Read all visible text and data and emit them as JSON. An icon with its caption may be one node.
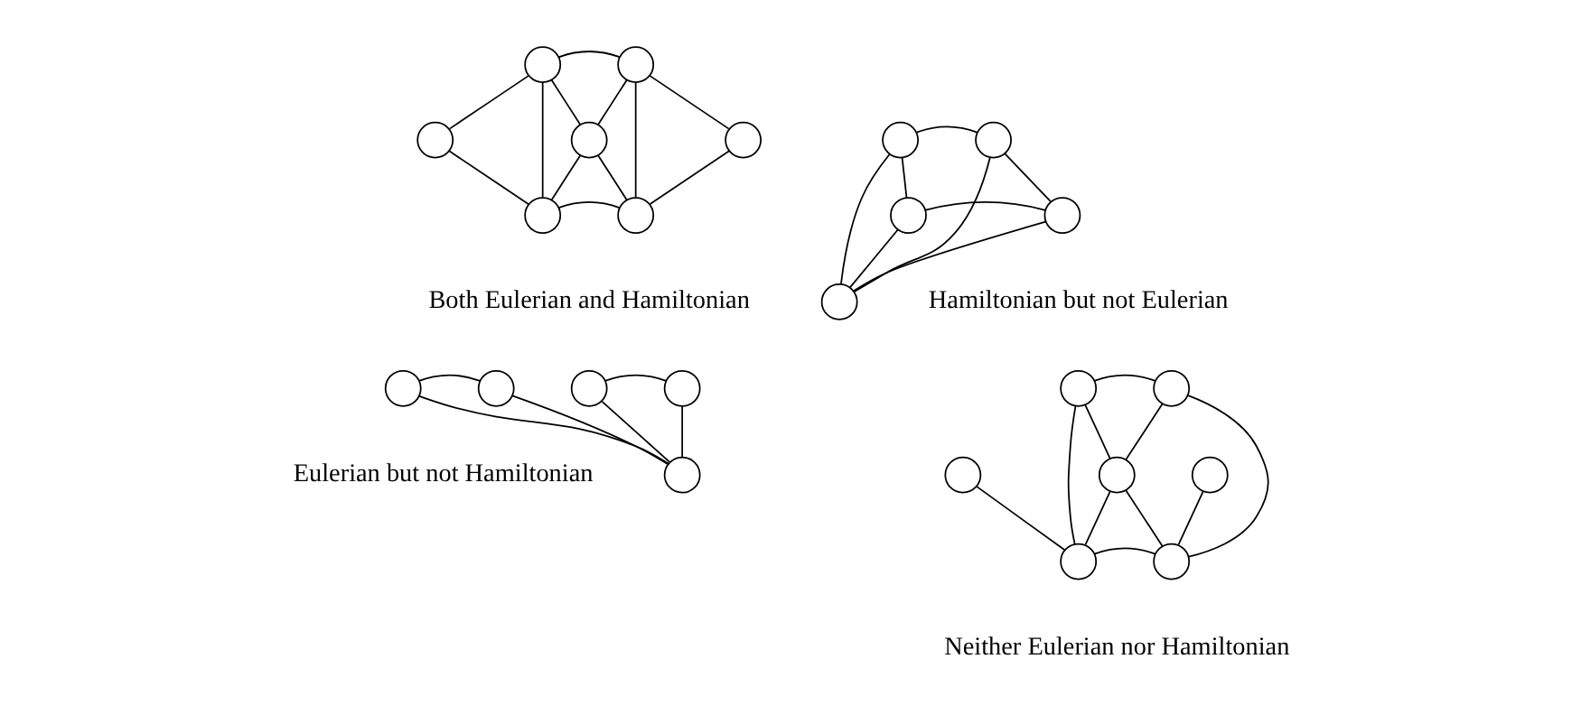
{
  "diagram": {
    "nodes": [
      {
        "text": [],
        "shape": "circle"
      },
      {
        "text": [],
        "shape": "circle"
      },
      {
        "text": [],
        "shape": "circle"
      },
      {
        "text": [],
        "shape": "circle"
      },
      {
        "text": [],
        "shape": "circle"
      },
      {
        "text": [],
        "shape": "circle"
      },
      {
        "text": [],
        "shape": "circle"
      },
      {
        "text": [],
        "shape": "circle"
      },
      {
        "text": [],
        "shape": "circle"
      },
      {
        "text": [],
        "shape": "circle"
      },
      {
        "text": [],
        "shape": "circle"
      },
      {
        "text": [],
        "shape": "circle"
      },
      {
        "text": [],
        "shape": "circle"
      },
      {
        "text": [],
        "shape": "circle"
      },
      {
        "text": [],
        "shape": "circle"
      },
      {
        "text": [],
        "shape": "circle"
      },
      {
        "text": [],
        "shape": "circle"
      },
      {
        "text": [],
        "shape": "circle"
      },
      {
        "text": [],
        "shape": "circle"
      },
      {
        "text": [],
        "shape": "circle"
      },
      {
        "text": [],
        "shape": "circle"
      },
      {
        "text": [],
        "shape": "circle"
      },
      {
        "text": [],
        "shape": "circle"
      },
      {
        "text": [],
        "shape": "circle"
      }
    ],
    "edges": [
      {
        "from": 2,
        "to": 0,
        "arrow": "none"
      },
      {
        "from": 2,
        "to": 5,
        "arrow": "none"
      },
      {
        "from": 0,
        "to": 5,
        "arrow": "none"
      },
      {
        "from": 0,
        "to": 1,
        "arrow": "none"
      },
      {
        "from": 0,
        "to": 3,
        "arrow": "none"
      },
      {
        "from": 5,
        "to": 3,
        "arrow": "none"
      },
      {
        "from": 5,
        "to": 6,
        "arrow": "none"
      },
      {
        "from": 3,
        "to": 1,
        "arrow": "none"
      },
      {
        "from": 3,
        "to": 6,
        "arrow": "none"
      },
      {
        "from": 1,
        "to": 6,
        "arrow": "none"
      },
      {
        "from": 1,
        "to": 4,
        "arrow": "none"
      },
      {
        "from": 6,
        "to": 4,
        "arrow": "none"
      },
      {
        "from": 7,
        "to": 8,
        "arrow": "none"
      },
      {
        "from": 8,
        "to": 11,
        "arrow": "none"
      },
      {
        "from": 11,
        "to": 10,
        "arrow": "none"
      },
      {
        "from": 10,
        "to": 7,
        "arrow": "none"
      },
      {
        "from": 7,
        "to": 9,
        "arrow": "none"
      },
      {
        "from": 8,
        "to": 9,
        "arrow": "none"
      },
      {
        "from": 10,
        "to": 9,
        "arrow": "none"
      },
      {
        "from": 11,
        "to": 9,
        "arrow": "none"
      },
      {
        "from": 12,
        "to": 13,
        "arrow": "none"
      },
      {
        "from": 12,
        "to": 14,
        "arrow": "none"
      },
      {
        "from": 13,
        "to": 14,
        "arrow": "none"
      },
      {
        "from": 15,
        "to": 14,
        "arrow": "none"
      },
      {
        "from": 16,
        "to": 14,
        "arrow": "none"
      },
      {
        "from": 15,
        "to": 16,
        "arrow": "none"
      },
      {
        "from": 17,
        "to": 18,
        "arrow": "none"
      },
      {
        "from": 17,
        "to": 22,
        "arrow": "none"
      },
      {
        "from": 17,
        "to": 20,
        "arrow": "none"
      },
      {
        "from": 18,
        "to": 20,
        "arrow": "none"
      },
      {
        "from": 18,
        "to": 23,
        "arrow": "none"
      },
      {
        "from": 20,
        "to": 22,
        "arrow": "none"
      },
      {
        "from": 20,
        "to": 23,
        "arrow": "none"
      },
      {
        "from": 22,
        "to": 23,
        "arrow": "none"
      },
      {
        "from": 19,
        "to": 22,
        "arrow": "none"
      },
      {
        "from": 21,
        "to": 23,
        "arrow": "none"
      }
    ],
    "labels": [
      "Both Eulerian and Hamiltonian",
      "Hamiltonian but not Eulerian",
      "Eulerian but not Hamiltonian",
      "Neither Eulerian nor Hamiltonian"
    ]
  }
}
